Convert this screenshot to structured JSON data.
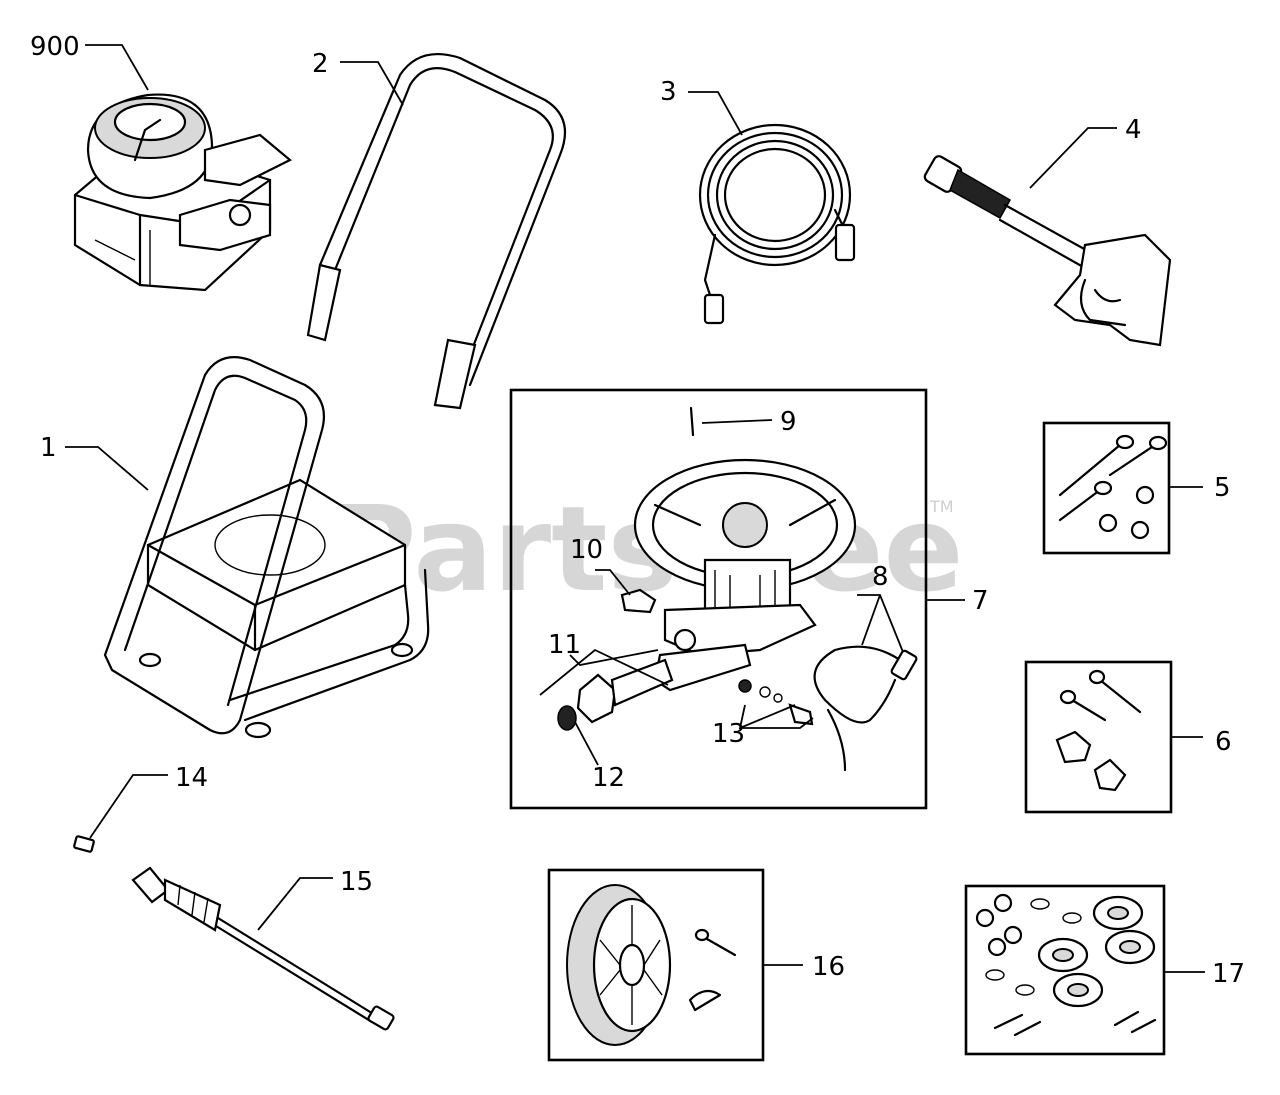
{
  "watermark": {
    "text": "PartsTree",
    "trademark": "TM"
  },
  "callouts": {
    "engine": "900",
    "frame": "1",
    "handle": "2",
    "hose": "3",
    "spray_gun": "4",
    "bolt_kit_a": "5",
    "bolt_kit_b": "6",
    "pump_assembly": "7",
    "unloader_tube": "8",
    "pin": "9",
    "elbow_fitting": "10",
    "inlet_adapter": "11",
    "screen_washer": "12",
    "check_valve_kit": "13",
    "nozzle_tip": "14",
    "wand": "15",
    "wheel_kit": "16",
    "hardware_kit": "17"
  }
}
